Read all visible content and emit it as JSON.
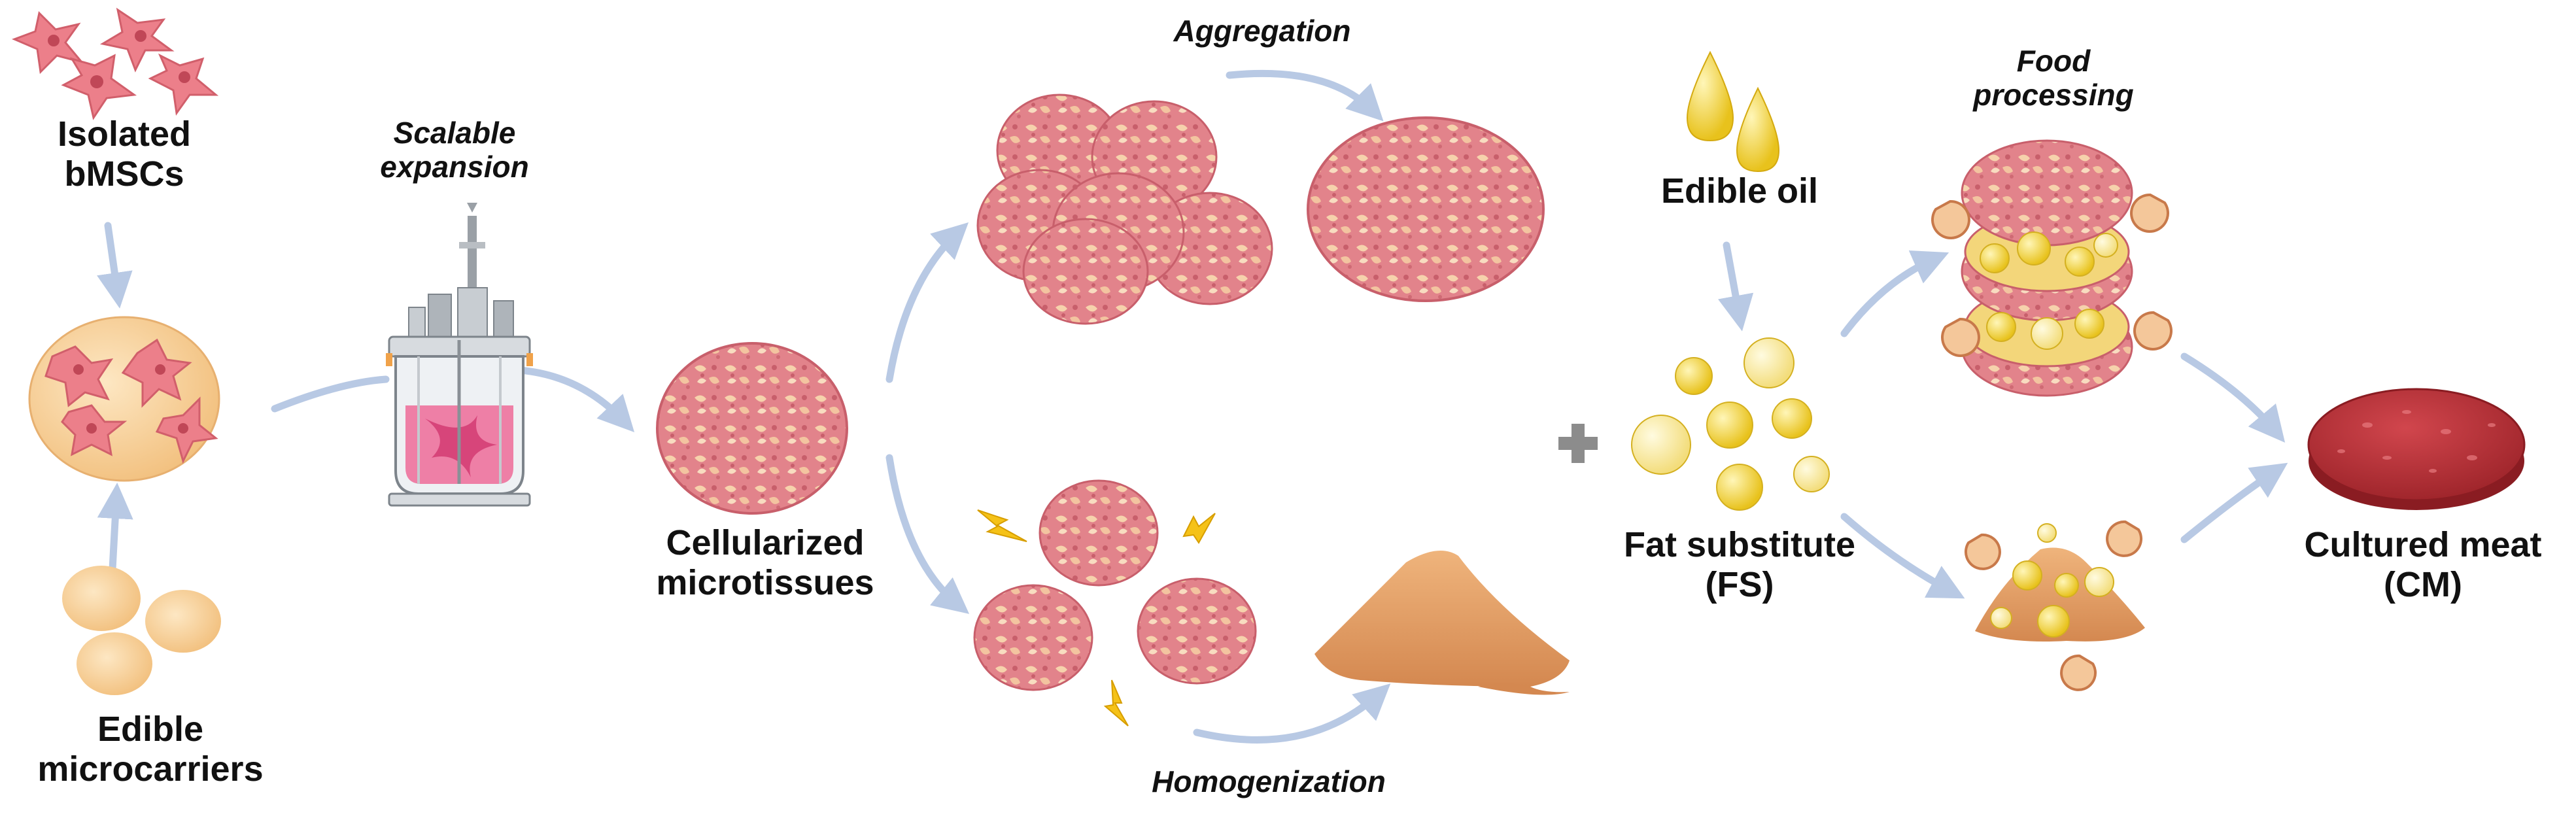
{
  "labels": {
    "isolated": [
      "Isolated",
      "bMSCs"
    ],
    "edible_mc": [
      "Edible",
      "microcarriers"
    ],
    "scalable": [
      "Scalable",
      "expansion"
    ],
    "cellularized": [
      "Cellularized",
      "microtissues"
    ],
    "aggregation": "Aggregation",
    "homogenization": "Homogenization",
    "edible_oil": "Edible oil",
    "food_processing": [
      "Food",
      "processing"
    ],
    "fat_substitute": [
      "Fat substitute",
      "(FS)"
    ],
    "cultured_meat": [
      "Cultured meat",
      "(CM)"
    ]
  },
  "colors": {
    "arrow": "#b8c9e4",
    "tissue": "#e07e86",
    "tissue_dark": "#c85f6b",
    "tissue_light": "#f4cba0",
    "carrier": "#f7cf92",
    "cell": "#e8717d",
    "powder": "#e6a06a",
    "fat": "#f2d33a",
    "fat_light": "#fbeaa0",
    "meat": "#b8323a",
    "bolt": "#f5c218",
    "plus": "#8c8c8c"
  }
}
